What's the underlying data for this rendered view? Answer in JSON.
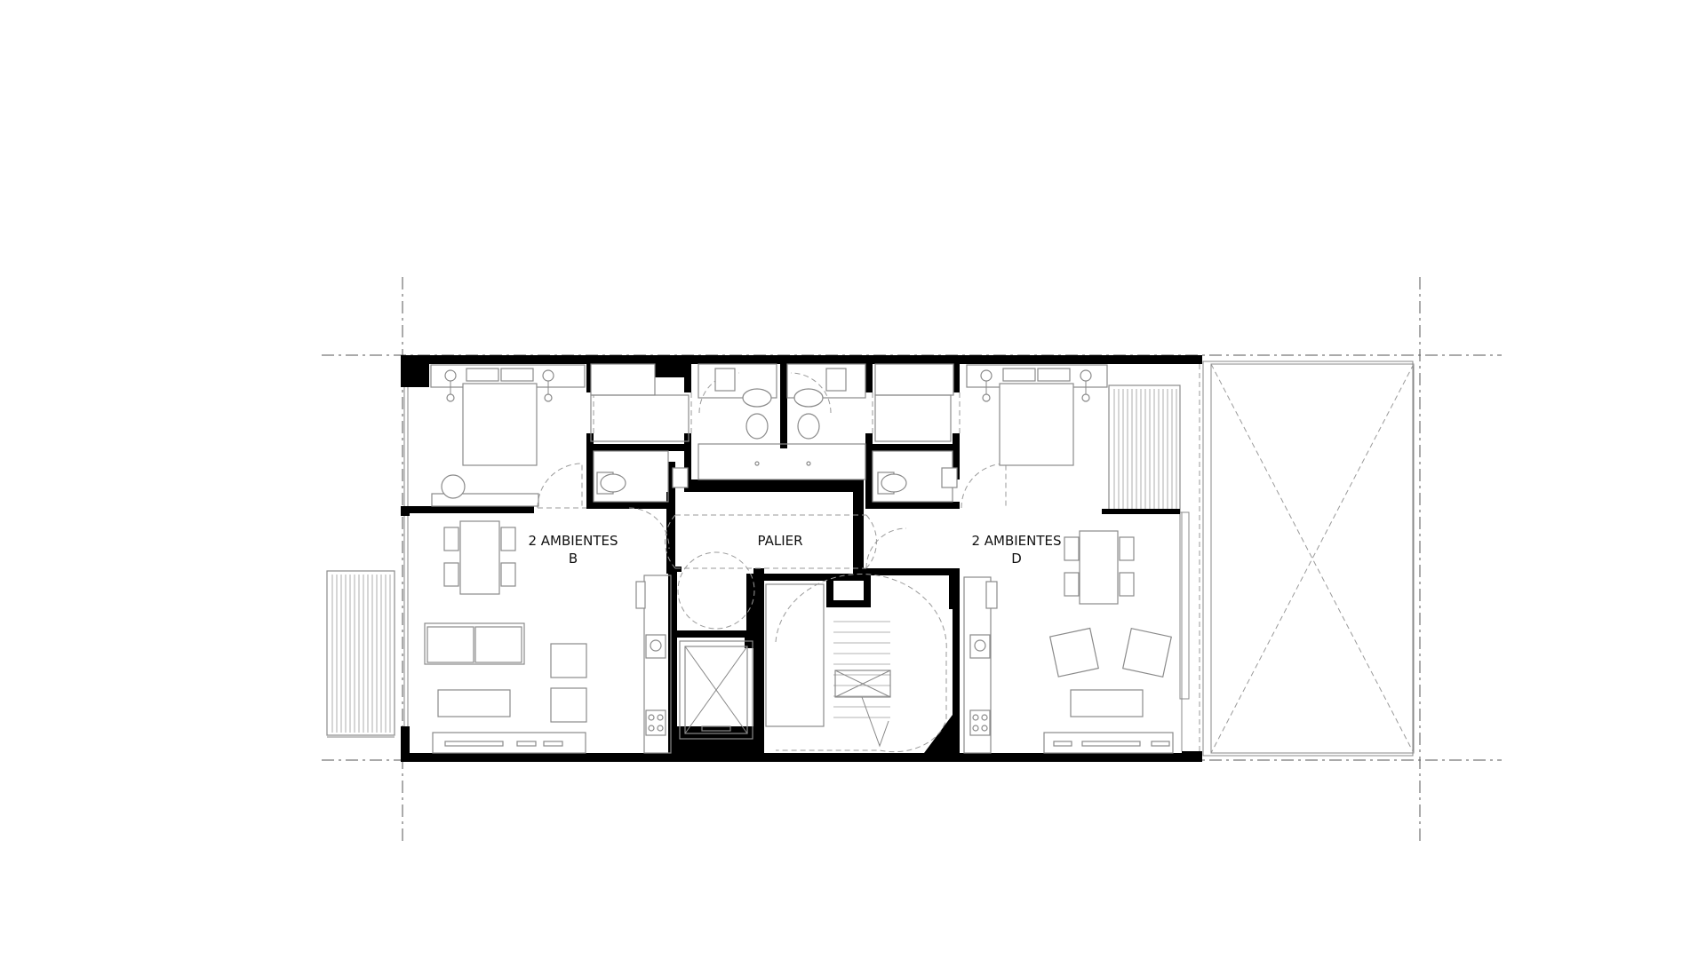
{
  "labels": {
    "unit_b_line1": "2 AMBIENTES",
    "unit_b_line2": "B",
    "palier": "PALIER",
    "unit_d_line1": "2 AMBIENTES",
    "unit_d_line2": "D"
  },
  "colors": {
    "wall": "#000000",
    "line": "#8a8a8a",
    "background": "#ffffff"
  }
}
